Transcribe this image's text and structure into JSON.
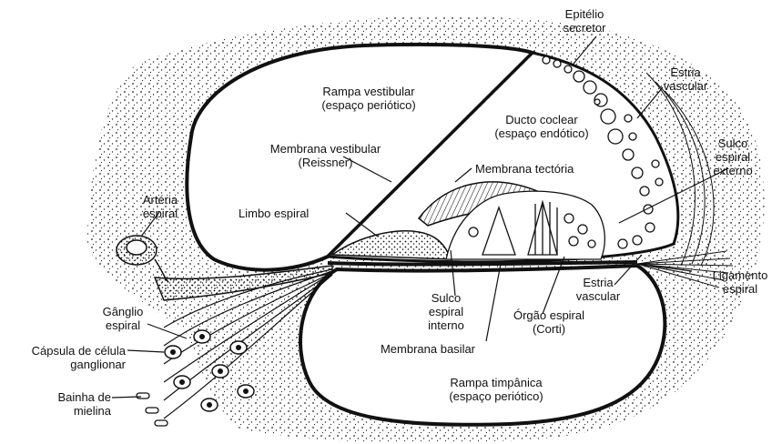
{
  "labels": {
    "epitelio_secretor": [
      "Epitélio",
      "secretor"
    ],
    "estria_vascular_top": [
      "Estria",
      "vascular"
    ],
    "rampa_vestibular": [
      "Rampa vestibular",
      "(espaço periótico)"
    ],
    "ducto_coclear": [
      "Ducto coclear",
      "(espaço endótico)"
    ],
    "membrana_vestibular": [
      "Membrana vestibular",
      "(Reissner)"
    ],
    "sulco_espiral_externo": [
      "Sulco",
      "espiral",
      "externo"
    ],
    "membrana_tectoria": [
      "Membrana tectória"
    ],
    "arteria_espiral": [
      "Artéria",
      "espiral"
    ],
    "limbo_espiral": [
      "Limbo espiral"
    ],
    "ligamento_espiral": [
      "Ligamento",
      "espiral"
    ],
    "estria_vascular_bottom": [
      "Estria",
      "vascular"
    ],
    "sulco_espiral_interno": [
      "Sulco",
      "espiral",
      "interno"
    ],
    "ganglio_espiral": [
      "Gânglio",
      "espiral"
    ],
    "capsula_celula": [
      "Cápsula de célula",
      "ganglionar"
    ],
    "orgao_espiral": [
      "Órgão espiral",
      "(Corti)"
    ],
    "membrana_basilar": [
      "Membrana basilar"
    ],
    "bainha_mielina": [
      "Bainha de",
      "mielina"
    ],
    "rampa_timpanica": [
      "Rampa timpânica",
      "(espaço periótico)"
    ]
  },
  "colors": {
    "ink": "#111111",
    "paper": "#ffffff",
    "stipple": "#2a2a2a"
  }
}
